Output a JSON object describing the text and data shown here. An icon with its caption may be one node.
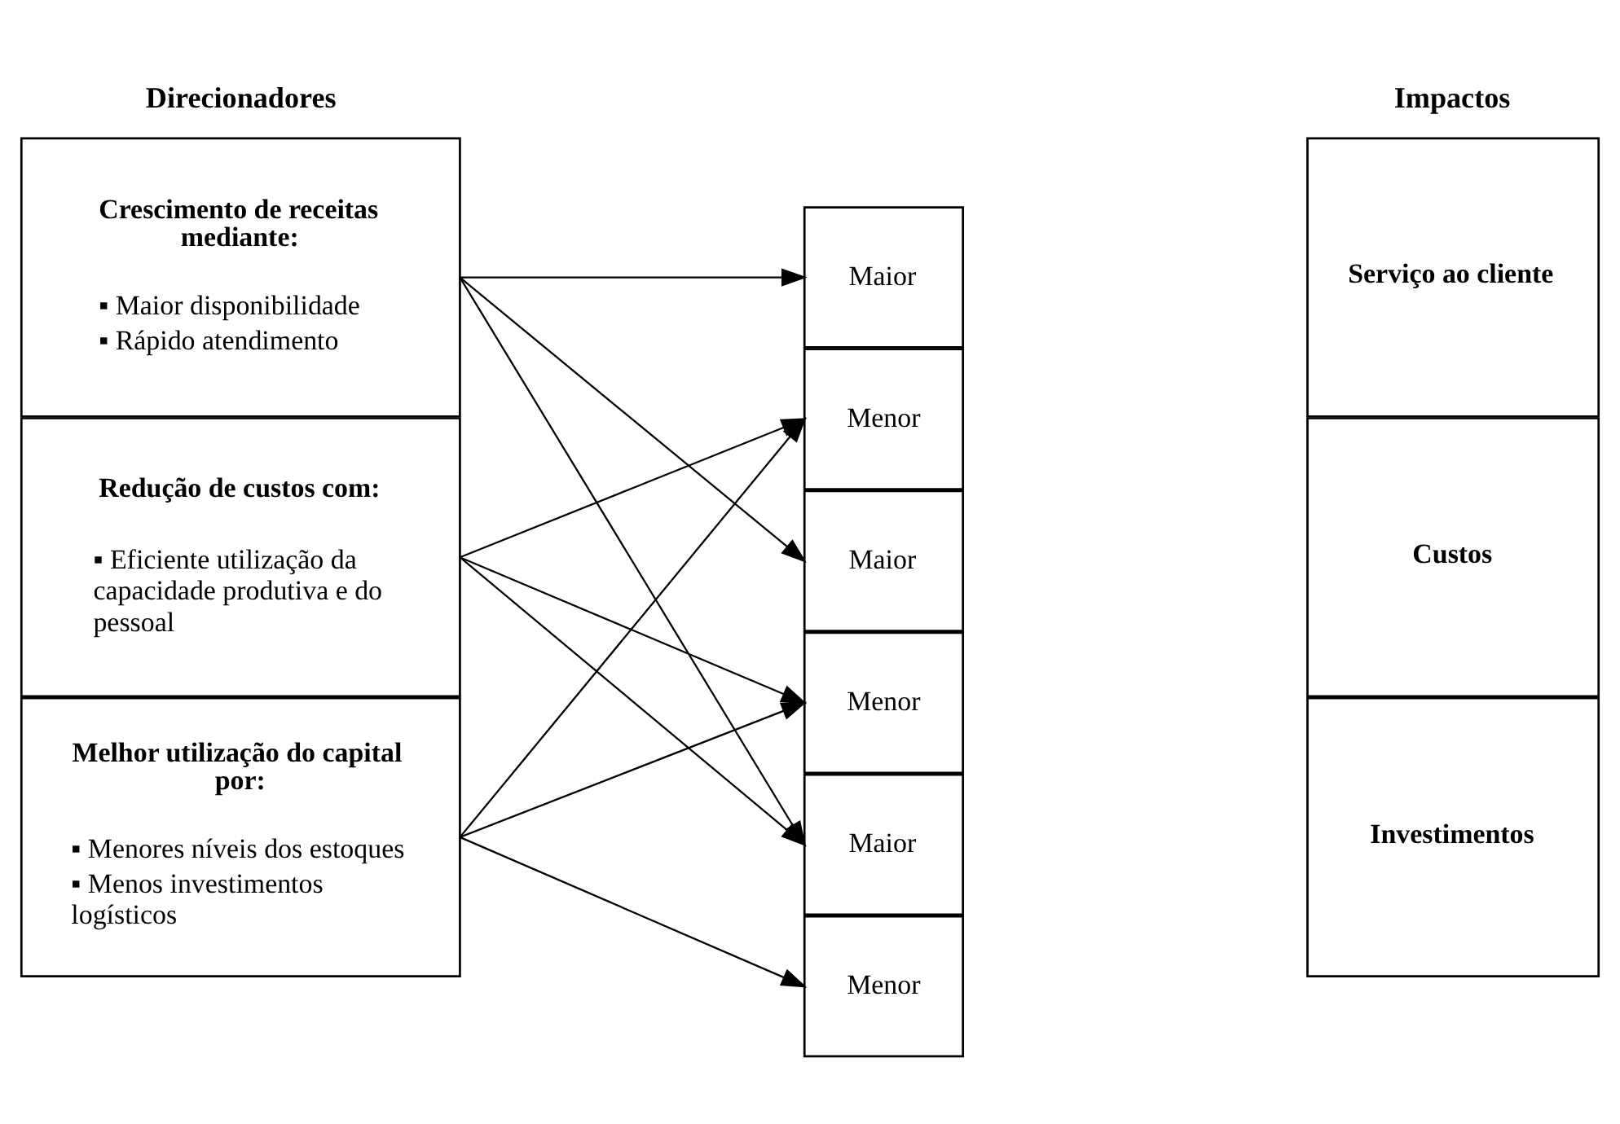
{
  "diagram": {
    "nodes": [
      {
        "text": [
          "Crescimento de receitas mediante:",
          "▪ Maior disponibilidade",
          "▪ Rápido atendimento"
        ]
      },
      {
        "text": [
          "Redução de custos com:",
          "▪ Eficiente utilização da capacidade produtiva e do pessoal"
        ]
      },
      {
        "text": [
          "Melhor utilização do capital por:",
          "▪ Menores níveis dos estoques",
          "▪ Menos investimentos logísticos"
        ]
      },
      {
        "text": [
          "Maior"
        ]
      },
      {
        "text": [
          "Menor"
        ]
      },
      {
        "text": [
          "Maior"
        ]
      },
      {
        "text": [
          "Menor"
        ]
      },
      {
        "text": [
          "Maior"
        ]
      },
      {
        "text": [
          "Menor"
        ]
      },
      {
        "text": [
          "Serviço ao cliente"
        ]
      },
      {
        "text": [
          "Custos"
        ]
      },
      {
        "text": [
          "Investimentos"
        ]
      }
    ],
    "edges": [
      {
        "from": 0,
        "to": 3,
        "arrow": "to"
      },
      {
        "from": 0,
        "to": 5,
        "arrow": "to"
      },
      {
        "from": 0,
        "to": 7,
        "arrow": "to"
      },
      {
        "from": 1,
        "to": 4,
        "arrow": "to"
      },
      {
        "from": 1,
        "to": 6,
        "arrow": "to"
      },
      {
        "from": 1,
        "to": 7,
        "arrow": "to"
      },
      {
        "from": 2,
        "to": 4,
        "arrow": "to"
      },
      {
        "from": 2,
        "to": 6,
        "arrow": "to"
      },
      {
        "from": 2,
        "to": 8,
        "arrow": "to"
      }
    ],
    "labels": [
      "Direcionadores",
      "Impactos"
    ]
  }
}
